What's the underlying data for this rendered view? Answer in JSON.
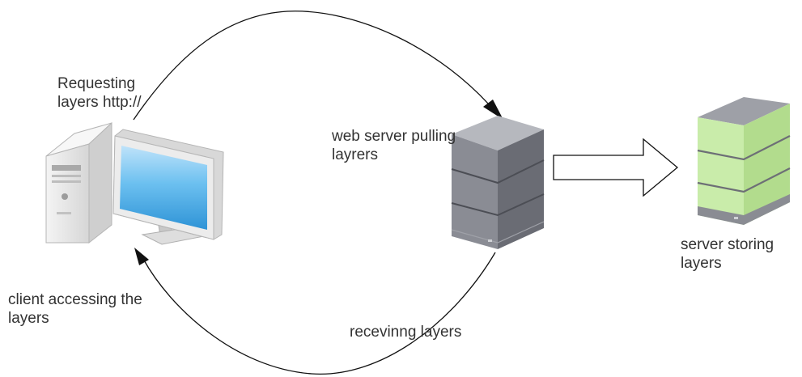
{
  "labels": {
    "requesting": {
      "line1": "Requesting",
      "line2": "layers  http://"
    },
    "web_server": {
      "line1": "web server pulling",
      "line2": "layrers"
    },
    "client": {
      "line1": "client accessing the",
      "line2": "layers"
    },
    "receiving": {
      "line1": "recevinng layers"
    },
    "storage": {
      "line1": "server storing",
      "line2": "layers"
    }
  },
  "icons": {
    "client": "desktop-computer-icon",
    "web_server": "server-tower-icon",
    "storage_server": "storage-server-icon",
    "flow_arrow": "block-arrow-right-icon"
  },
  "colors": {
    "line": "#111111",
    "server_gray": "#7a7c84",
    "storage_green": "#c5e8a6",
    "monitor_blue": "#58b4ec",
    "case_light": "#e6e6e6"
  }
}
